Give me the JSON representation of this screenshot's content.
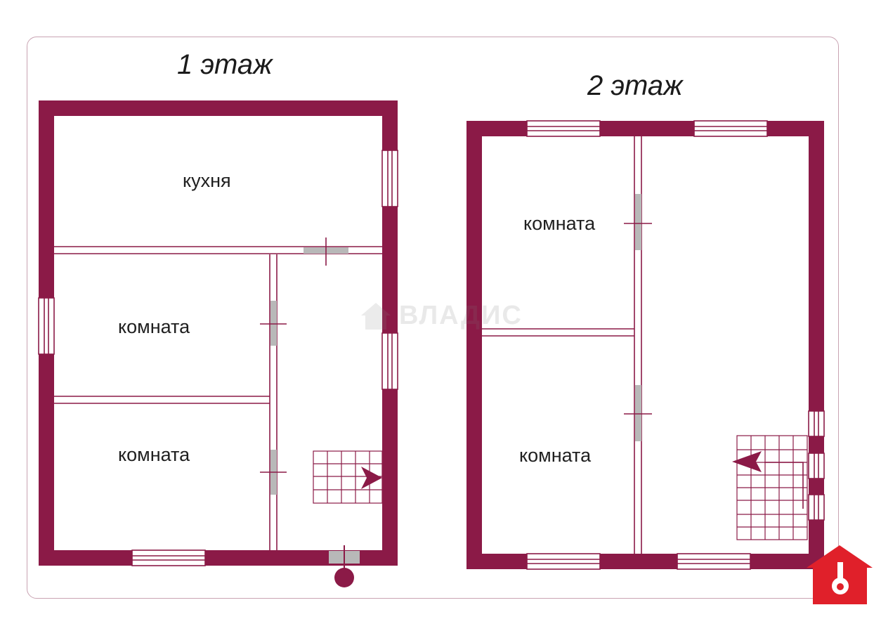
{
  "floors": {
    "first": {
      "title": "1 этаж",
      "rooms": [
        "кухня",
        "комната",
        "комната"
      ]
    },
    "second": {
      "title": "2 этаж",
      "rooms": [
        "комната",
        "комната"
      ]
    }
  },
  "watermark": {
    "text": "ВЛАДИС"
  },
  "colors": {
    "wall": "#8b1a47",
    "logo": "#e0202a",
    "door": "#b8b8b8",
    "partition": "#8b1a47"
  },
  "icons": [
    "house-key-logo-icon",
    "staircase-icon",
    "door-icon",
    "window-icon"
  ]
}
